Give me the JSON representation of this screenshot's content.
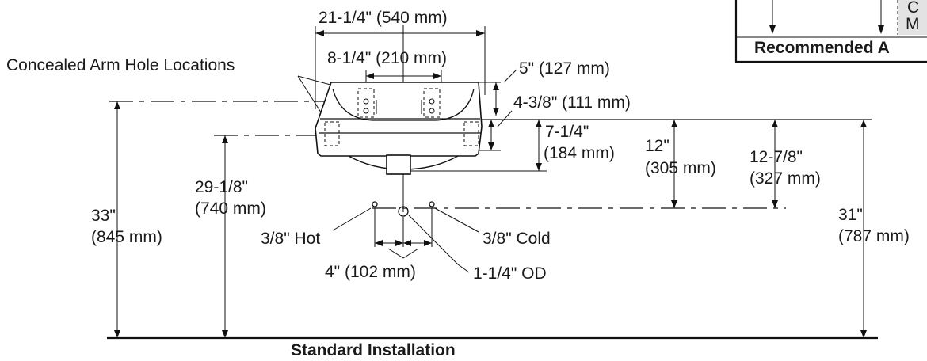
{
  "dims": {
    "overall_width": "21-1/4\" (540 mm)",
    "arm_spacing": "8-1/4\" (210 mm)",
    "concealed_arm": "Concealed Arm Hole Locations",
    "bowl_depth": "5\" (127 mm)",
    "rim_to_arm": "4-3/8\" (111 mm)",
    "drain_drop_in": "7-1/4\"",
    "drain_drop_mm": "(184 mm)",
    "supply_drop_in": "12\"",
    "supply_drop_mm": "(305 mm)",
    "supply_rim_in": "12-7/8\"",
    "supply_rim_mm": "(327 mm)",
    "arm_height_in": "29-1/8\"",
    "arm_height_mm": "(740 mm)",
    "rim_height_in": "33\"",
    "rim_height_mm": "(845 mm)",
    "supply_height_in": "31\"",
    "supply_height_mm": "(787 mm)",
    "hot": "3/8\" Hot",
    "cold": "3/8\" Cold",
    "supply_spacing": "4\" (102 mm)",
    "drain_od": "1-1/4\" OD"
  },
  "inset": {
    "title": "Recommended A",
    "letter_top": "C",
    "letter_bottom": "M"
  },
  "title": "Standard Installation"
}
